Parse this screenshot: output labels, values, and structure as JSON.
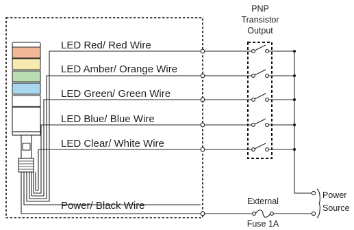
{
  "wires": [
    {
      "label": "LED Red/ Red Wire",
      "color": "#f2b89a"
    },
    {
      "label": "LED Amber/ Orange Wire",
      "color": "#f7eab0"
    },
    {
      "label": "LED Green/ Green Wire",
      "color": "#b9dcb1"
    },
    {
      "label": "LED Blue/ Blue Wire",
      "color": "#a9d8ee"
    },
    {
      "label": "LED Clear/ White Wire",
      "color": "#ffffff"
    }
  ],
  "power_wire": {
    "label": "Power/ Black Wire"
  },
  "transistor": {
    "line1": "PNP",
    "line2": "Transistor",
    "line3": "Output"
  },
  "fuse": {
    "top": "External",
    "bottom": "Fuse 1A"
  },
  "power_source": {
    "line1": "Power",
    "line2": "Source"
  }
}
